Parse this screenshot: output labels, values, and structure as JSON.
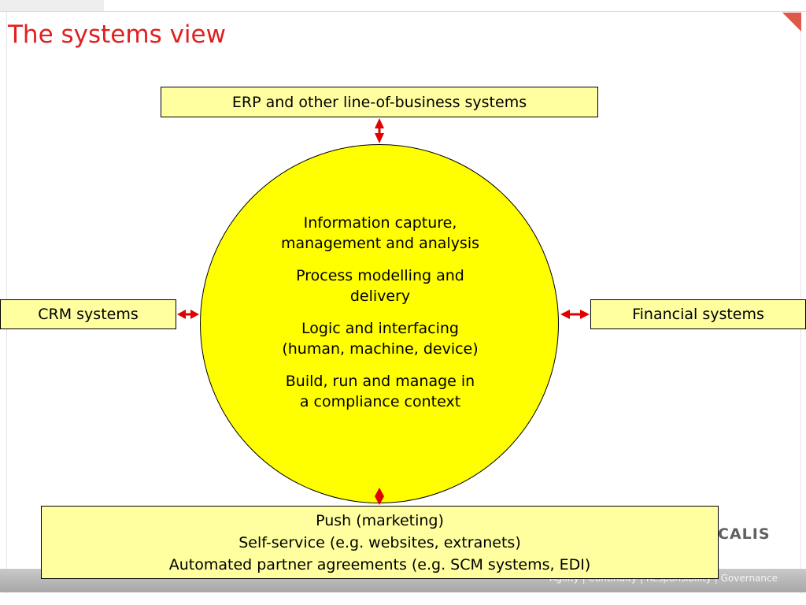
{
  "slide": {
    "title": "The systems view",
    "footer_logo": "CALIS",
    "footer_tagline": "Agility | Continuity | Responsibility | Governance"
  },
  "diagram": {
    "top_box": "ERP and other line-of-business systems",
    "left_box": "CRM systems",
    "right_box": "Financial systems",
    "center_items": [
      [
        "Information capture,",
        "management and analysis"
      ],
      [
        "Process modelling and",
        "delivery"
      ],
      [
        "Logic and interfacing",
        "(human, machine, device)"
      ],
      [
        "Build, run and manage in",
        "a compliance context"
      ]
    ],
    "bottom_box_lines": [
      "Push (marketing)",
      "Self-service (e.g. websites, extranets)",
      "Automated partner agreements (e.g. SCM systems, EDI)"
    ]
  },
  "colors": {
    "title": "#e02020",
    "circle_fill": "#ffff00",
    "box_fill": "#ffffa0",
    "arrow": "#e00000"
  }
}
